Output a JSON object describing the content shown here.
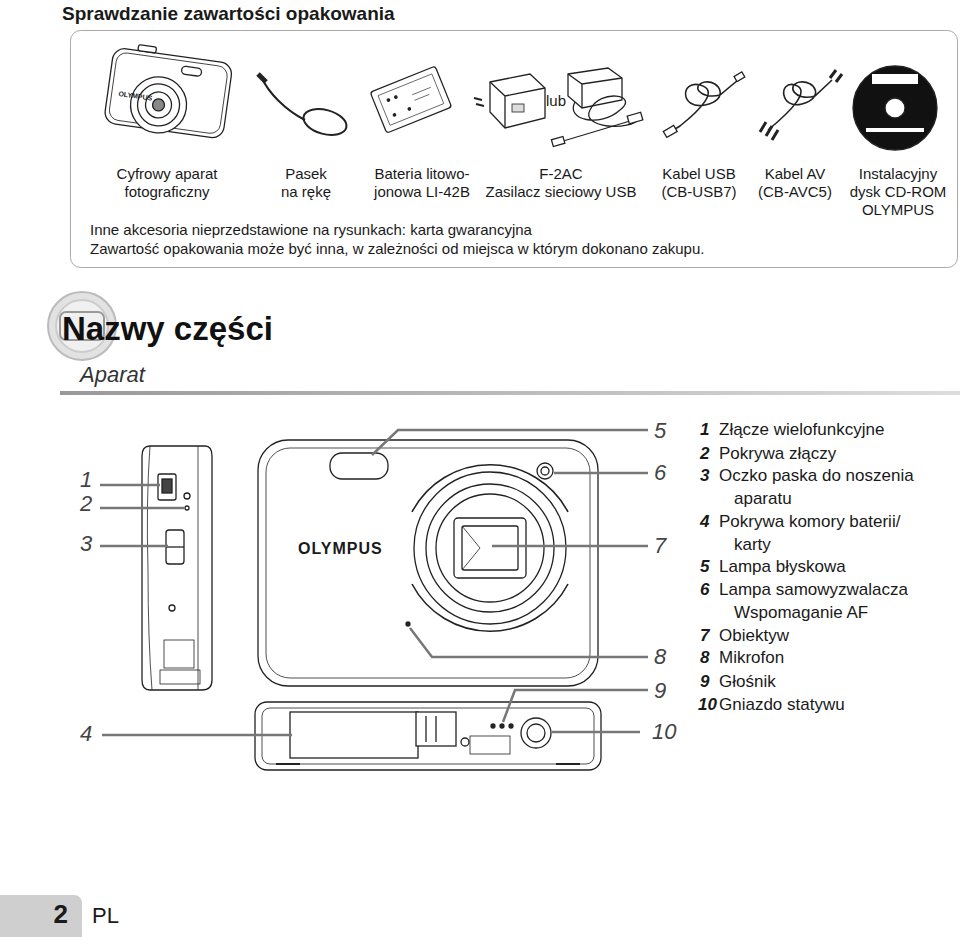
{
  "diagram": {
    "nodes": [
      {
        "text": [
          "Sprawdzanie zawartości opakowania",
          "lub",
          "Cyfrowy aparat fotograficzny",
          "Pasek na rękę",
          "Bateria litowo-jonowa LI-42B",
          "F-2AC",
          "Zasilacz sieciowy USB",
          "Kabel USB (CB-USB7)",
          "Kabel AV (CB-AVC5)",
          "Instalacyjny dysk CD-ROM OLYMPUS",
          "Inne akcesoria nieprzedstawione na rysunkach: karta gwarancyjna",
          "Zawartość opakowania może być inna, w zależności od miejsca w którym dokonano zakupu."
        ]
      },
      {
        "text": [
          "2"
        ]
      }
    ],
    "labels": [
      "Nazwy części",
      "Aparat",
      "OLYMPUS",
      "OLYMPUS",
      "1",
      "2",
      "3",
      "4",
      "5",
      "6",
      "7",
      "8",
      "9",
      "10",
      "1",
      "Złącze wielofunkcyjne",
      "2",
      "Pokrywa złączy",
      "3",
      "Oczko paska do noszenia aparatu",
      "4",
      "Pokrywa komory baterii/ karty",
      "5",
      "Lampa błyskowa",
      "6",
      "Lampa samowyzwalacza Wspomaganie AF",
      "7",
      "Obiektyw",
      "8",
      "Mikrofon",
      "9",
      "Głośnik",
      "10",
      "Gniazdo statywu",
      "PL"
    ]
  }
}
